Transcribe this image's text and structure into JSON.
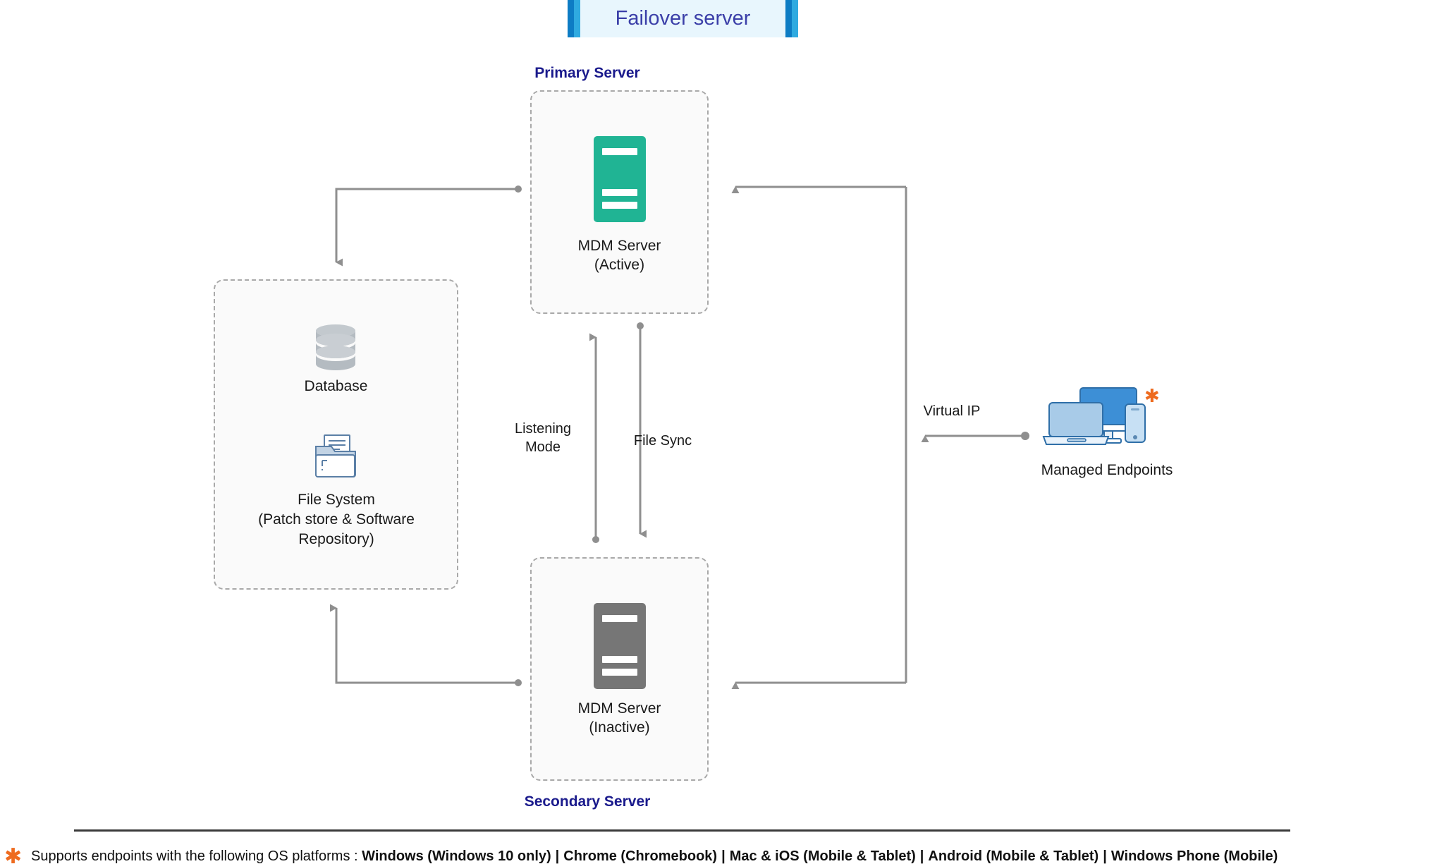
{
  "banner": {
    "title": "Failover server",
    "accent_dark": "#0d7cc4",
    "accent_light": "#2faae0",
    "background": "#e8f6fd",
    "text_color": "#3b3fa8"
  },
  "labels": {
    "primary_server": "Primary Server",
    "secondary_server": "Secondary Server",
    "label_color": "#1a1a8c"
  },
  "nodes": {
    "server_active": {
      "icon": "server-rack-icon",
      "caption_line1": "MDM Server",
      "caption_line2": "(Active)",
      "color": "#20b494"
    },
    "server_inactive": {
      "icon": "server-rack-icon",
      "caption_line1": "MDM Server",
      "caption_line2": "(Inactive)",
      "color": "#767676"
    },
    "database": {
      "icon": "database-cylinder-icon",
      "caption": "Database",
      "color": "#b8bfc4"
    },
    "file_system": {
      "icon": "folder-document-icon",
      "caption_line1": "File System",
      "caption_line2": "(Patch store & Software",
      "caption_line3": "Repository)",
      "color": "#5b7fa6"
    },
    "managed_endpoints": {
      "icon": "devices-icon",
      "caption": "Managed Endpoints",
      "monitor_color": "#3d8fd6",
      "laptop_color": "#a8cbe8",
      "phone_color": "#c7e0f4",
      "badge": "asterisk-icon",
      "badge_color": "#ee6b1f"
    }
  },
  "edges": {
    "listening_mode": {
      "label_line1": "Listening",
      "label_line2": "Mode",
      "direction": "up"
    },
    "file_sync": {
      "label": "File Sync",
      "direction": "down"
    },
    "virtual_ip": {
      "label": "Virtual IP",
      "direction": "left"
    },
    "connector_color": "#8f8f8f"
  },
  "footer": {
    "asterisk": "✱",
    "asterisk_color": "#ee6b1f",
    "lead_text": "Supports endpoints with the following OS platforms : ",
    "platforms": [
      "Windows (Windows 10 only)",
      "Chrome (Chromebook)",
      "Mac & iOS (Mobile & Tablet)",
      "Android (Mobile & Tablet)",
      "Windows Phone (Mobile)"
    ],
    "separator": "|"
  }
}
